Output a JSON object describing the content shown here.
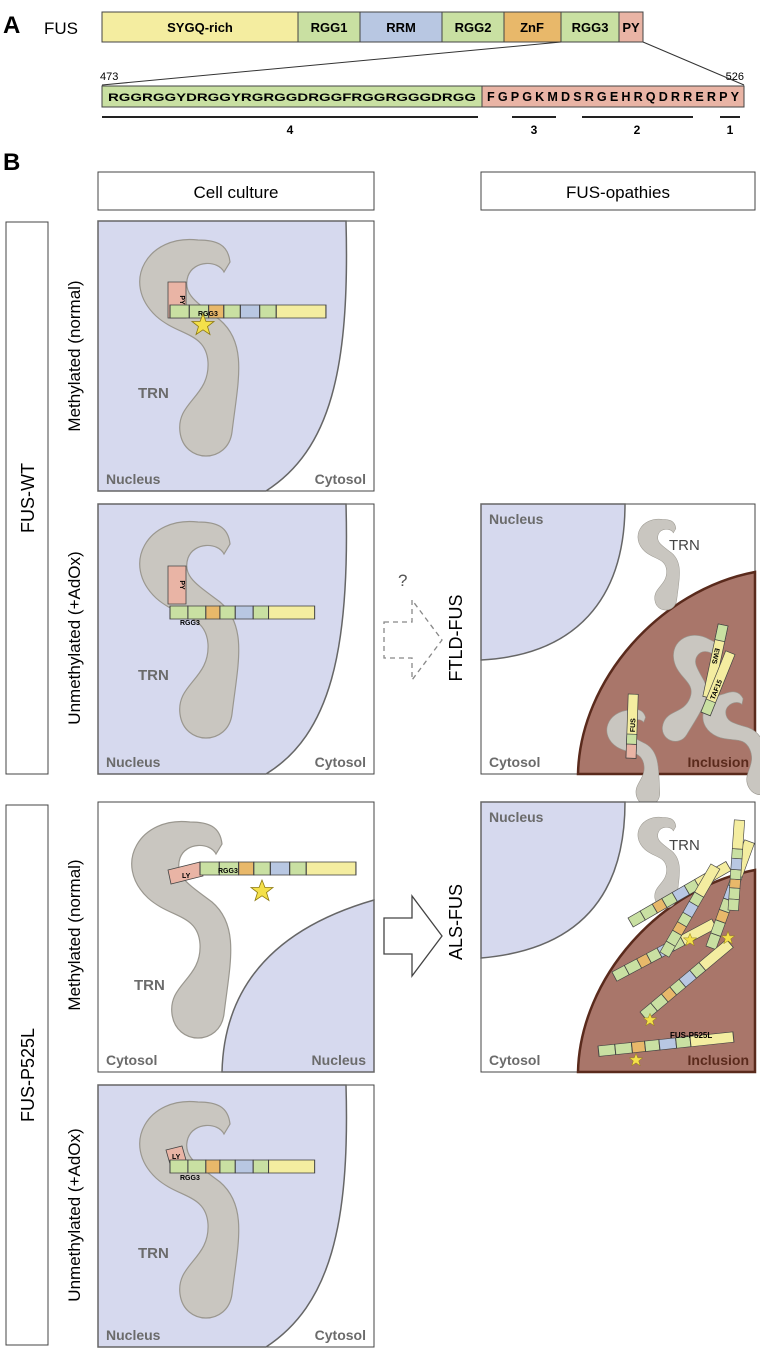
{
  "panelA": {
    "letter": "A",
    "protein_label": "FUS",
    "domains": {
      "sygq": "SYGQ-rich",
      "rgg1": "RGG1",
      "rrm": "RRM",
      "rgg2": "RGG2",
      "znf": "ZnF",
      "rgg3": "RGG3",
      "py": "PY"
    },
    "start_residue": "473",
    "end_residue": "526",
    "rgg3_sequence": "RGGRGGYDRGGYRGRGGDRGGFRGGRGGGDRGG",
    "py_sequence": "FGPGKMDSRGEHRQDRRERPY",
    "segment_labels": [
      "4",
      "3",
      "2",
      "1"
    ]
  },
  "panelB": {
    "letter": "B",
    "col_cell_culture": "Cell culture",
    "col_fusopathies": "FUS-opathies",
    "group_wt": "FUS-WT",
    "group_p525l": "FUS-P525L",
    "row_methylated": "Methylated (normal)",
    "row_unmethylated": "Unmethylated (+AdOx)",
    "disease_ftld": "FTLD-FUS",
    "disease_als": "ALS-FUS",
    "nucleus": "Nucleus",
    "cytosol": "Cytosol",
    "inclusion": "Inclusion",
    "trn": "TRN",
    "question": "?",
    "small_labels": {
      "py": "PY",
      "ly": "LY",
      "rgg3": "RGG3",
      "ews": "EWS",
      "taf15": "TAF15",
      "fus": "FUS",
      "fus_p525l": "FUS-P525L"
    }
  },
  "colors": {
    "sygq": "#f4eda0",
    "rgg": "#c9e0a2",
    "rrm": "#b8c7e2",
    "znf": "#e8b86a",
    "py": "#e9b4a5",
    "nucleus_fill": "#d6d9ee",
    "inclusion_fill": "#a9766a",
    "inclusion_edge": "#5a2a1c",
    "trn_fill": "#c9c6c0",
    "star": "#f4e04a"
  }
}
